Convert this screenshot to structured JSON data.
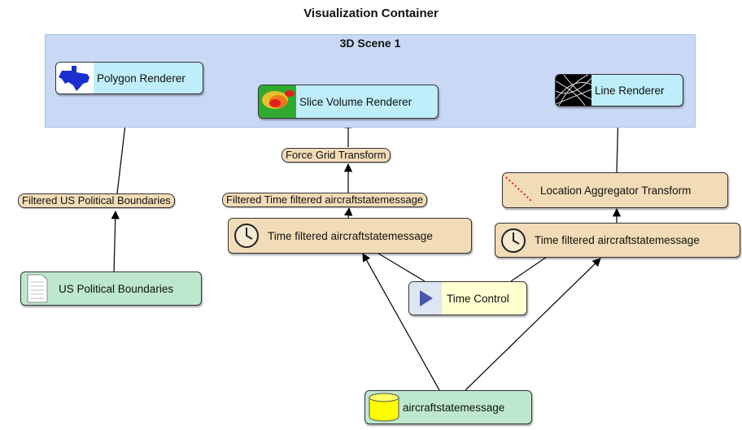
{
  "container": {
    "title": "Visualization Container"
  },
  "scene": {
    "title": "3D Scene 1"
  },
  "nodes": {
    "polygon_renderer": "Polygon Renderer",
    "slice_volume_renderer": "Slice Volume Renderer",
    "line_renderer": "Line Renderer",
    "force_grid_transform": "Force Grid Transform",
    "filtered_us_political_boundaries": "Filtered US Political Boundaries",
    "filtered_time_filtered": "Filtered Time filtered aircraftstatemessage",
    "location_aggregator": "Location Aggregator Transform",
    "time_filtered_left": "Time filtered aircraftstatemessage",
    "time_filtered_right": "Time filtered aircraftstatemessage",
    "us_political_boundaries": "US Political Boundaries",
    "time_control": "Time Control",
    "aircraftstatemessage": "aircraftstatemessage"
  },
  "icons": {
    "polygon": "texas-map-icon",
    "slice": "heatmap-icon",
    "line": "line-pattern-icon",
    "clock": "clock-icon",
    "document": "document-icon",
    "play": "play-icon",
    "database": "database-cylinder-icon",
    "aggregator": "dotted-line-icon"
  },
  "colors": {
    "scene_background": "#c9d9f5",
    "renderer_node": "#bfeefb",
    "data_node": "#bde8cd",
    "transform_node": "#f2dcb7",
    "control_node": "#ffffd0",
    "database": "#ffff00"
  }
}
